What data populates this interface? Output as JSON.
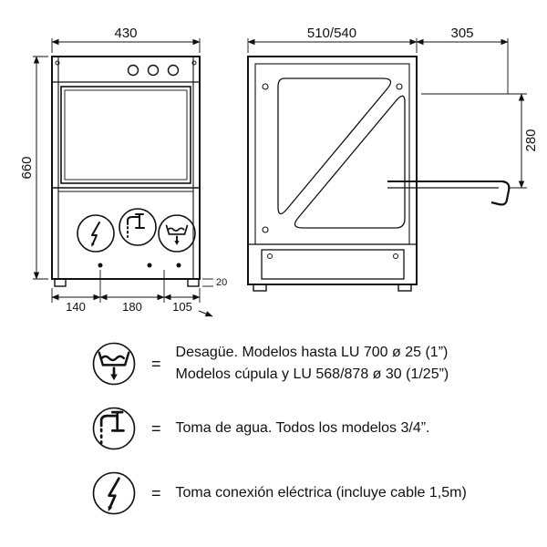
{
  "colors": {
    "line": "#111111",
    "background": "#ffffff"
  },
  "front_view": {
    "width_label": "430",
    "height_label": "660",
    "dim_140": "140",
    "dim_180": "180",
    "dim_105": "105",
    "dim_20": "20"
  },
  "side_view": {
    "width_label": "510/540",
    "depth_label": "305",
    "door_label": "280"
  },
  "legend": {
    "equals": "=",
    "items": [
      {
        "icon": "drain-icon",
        "lines": [
          "Desagüe. Modelos hasta LU 700 ø 25 (1”)",
          "Modelos cúpula y LU 568/878 ø 30 (1/25”)"
        ]
      },
      {
        "icon": "tap-icon",
        "lines": [
          "Toma de agua. Todos los modelos 3/4”."
        ]
      },
      {
        "icon": "electric-icon",
        "lines": [
          "Toma conexión eléctrica (incluye cable 1,5m)"
        ]
      }
    ]
  }
}
